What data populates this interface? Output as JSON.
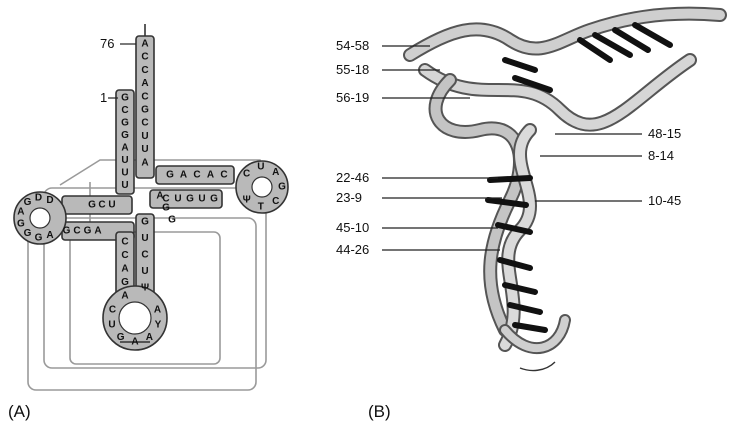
{
  "panel_a": {
    "label": "(A)",
    "labels": {
      "pos76": "76",
      "pos1": "1"
    },
    "strands": {
      "acceptor_3prime": [
        "A",
        "C",
        "C",
        "A",
        "C",
        "G",
        "C",
        "U",
        "U",
        "A"
      ],
      "acceptor_5prime": [
        "G",
        "C",
        "G",
        "G",
        "A",
        "U",
        "U",
        "U"
      ],
      "d_stem_top": [
        "U",
        "C",
        "G"
      ],
      "d_stem_bottom": [
        "A",
        "G",
        "C",
        "G"
      ],
      "d_loop": [
        "D",
        "D",
        "G",
        "A",
        "G",
        "G",
        "G",
        "A"
      ],
      "anticodon_left": [
        "C",
        "C",
        "A",
        "G",
        "A"
      ],
      "anticodon_right": [
        "G",
        "U",
        "C",
        "U",
        "Ψ"
      ],
      "anticodon_loop": [
        "C",
        "U",
        "G",
        "A",
        "A",
        "Y",
        "A"
      ],
      "variable": [
        "A",
        "G",
        "G"
      ],
      "t_stem_top": [
        "G",
        "A",
        "C",
        "A",
        "C"
      ],
      "t_stem_bottom": [
        "C",
        "U",
        "G",
        "U",
        "G"
      ],
      "t_loop": [
        "C",
        "U",
        "A",
        "G",
        "C",
        "T",
        "Ψ"
      ]
    }
  },
  "panel_b": {
    "label": "(B)",
    "left_labels": [
      "54-58",
      "55-18",
      "56-19",
      "22-46",
      "23-9",
      "45-10",
      "44-26"
    ],
    "right_labels": [
      "48-15",
      "8-14",
      "10-45"
    ]
  }
}
